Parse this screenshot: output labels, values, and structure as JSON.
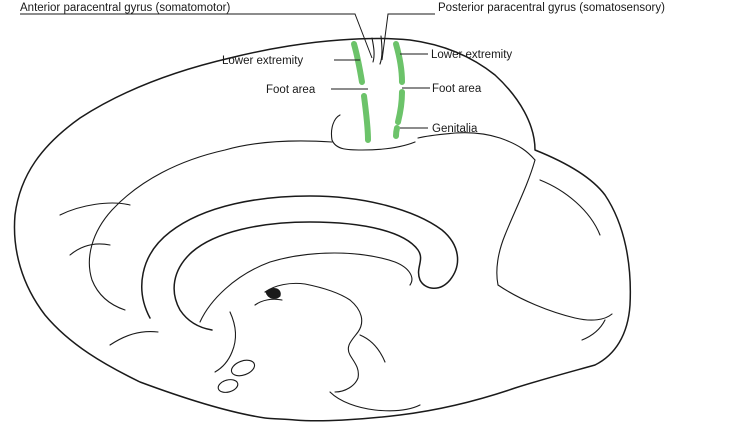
{
  "labels": {
    "anterior_gyrus": "Anterior paracentral gyrus (somatomotor)",
    "posterior_gyrus": "Posterior paracentral gyrus (somatosensory)",
    "lower_extremity_left": "Lower extremity",
    "lower_extremity_right": "Lower extremity",
    "foot_area_left": "Foot area",
    "foot_area_right": "Foot area",
    "genitalia": "Genitalia"
  },
  "colors": {
    "highlight": "#6cc36a",
    "outline": "#1a1a1a"
  }
}
